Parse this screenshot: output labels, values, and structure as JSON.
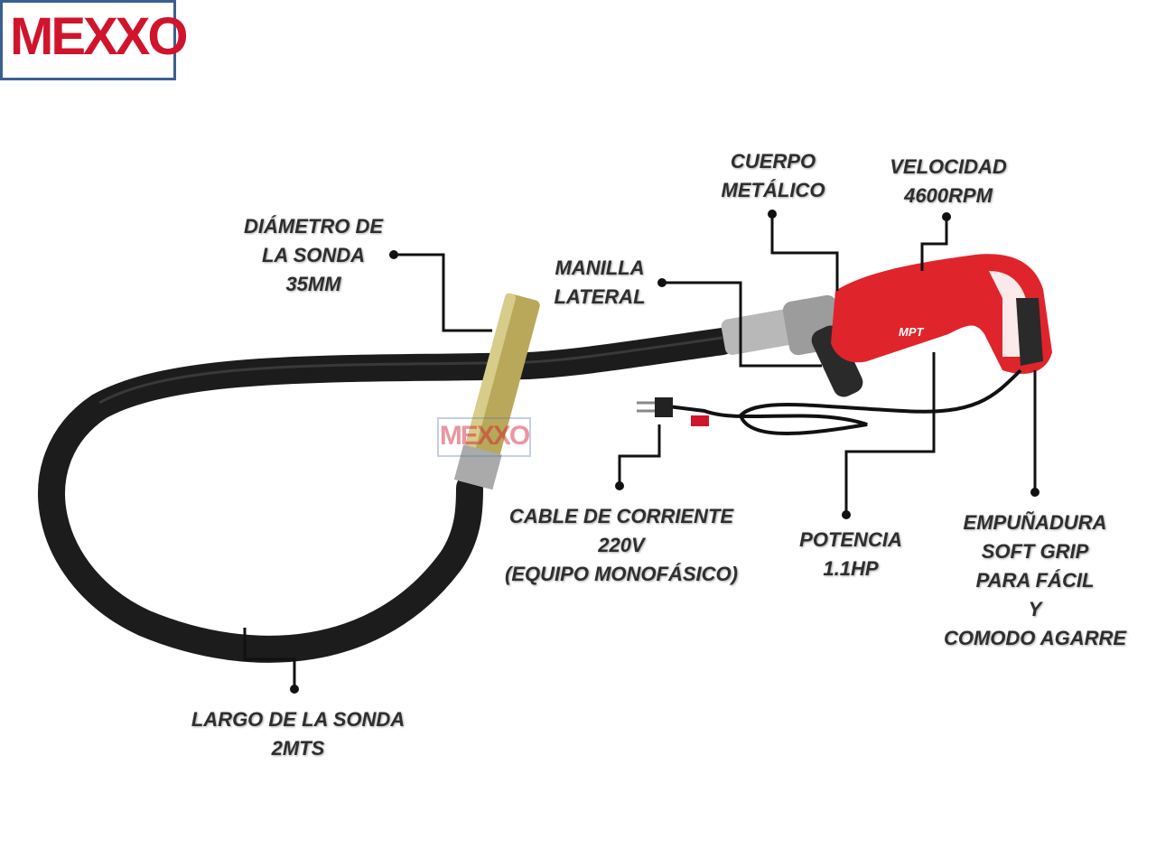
{
  "logo": {
    "text": "MEXXO",
    "border_color": "#3b5f94",
    "color": "#d0142c"
  },
  "watermark": {
    "text": "MEXXO"
  },
  "product": {
    "brand_on_body": "MPT"
  },
  "labels": {
    "diametro": [
      "DIÁMETRO DE",
      "LA SONDA",
      "35MM"
    ],
    "cuerpo": [
      "CUERPO",
      "METÁLICO"
    ],
    "velocidad": [
      "VELOCIDAD",
      "4600RPM"
    ],
    "manilla": [
      "MANILLA",
      "LATERAL"
    ],
    "cable": [
      "CABLE DE CORRIENTE",
      "220V",
      "(EQUIPO MONOFÁSICO)"
    ],
    "potencia": [
      "POTENCIA",
      "1.1HP"
    ],
    "empunadura": [
      "EMPUÑADURA",
      "SOFT GRIP",
      "PARA FÁCIL",
      "Y",
      "COMODO AGARRE"
    ],
    "largo": [
      "LARGO DE LA SONDA",
      "2MTS"
    ]
  }
}
